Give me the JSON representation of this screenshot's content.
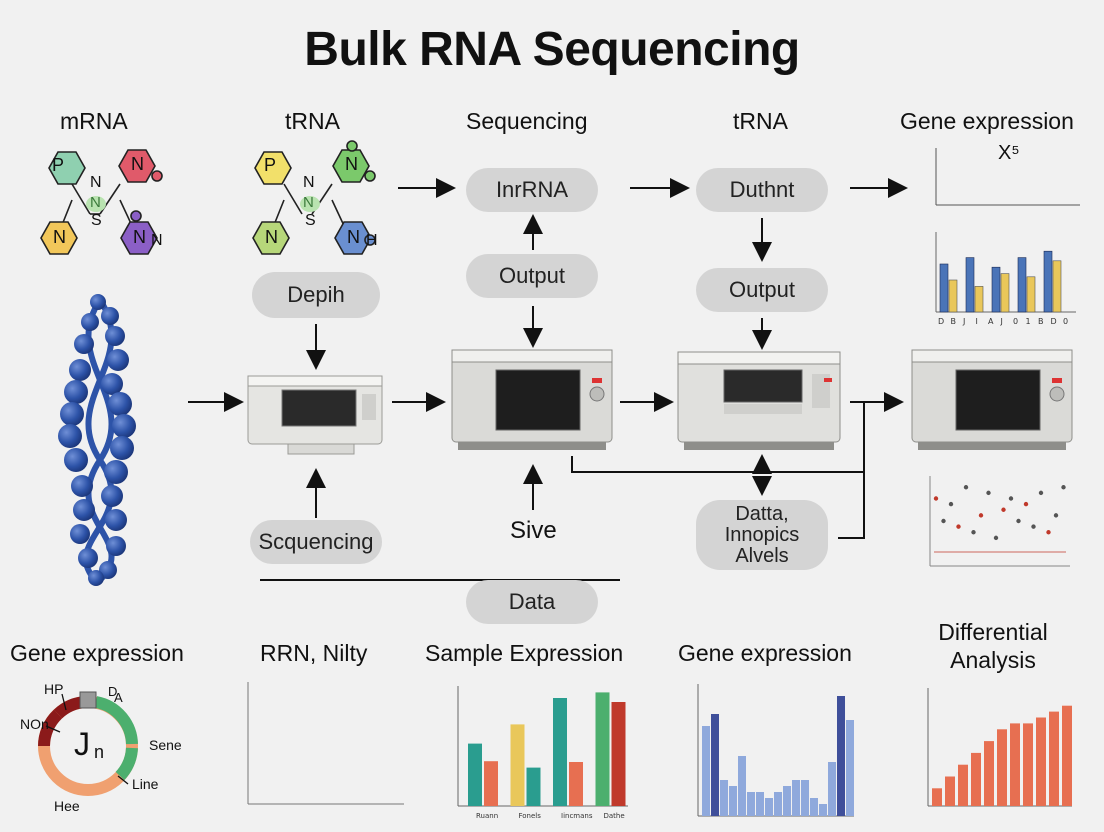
{
  "title": "Bulk RNA Sequencing",
  "top_labels": {
    "mrna": "mRNA",
    "trna_left": "tRNA",
    "sequencing": "Sequencing",
    "trna_right": "tRNA",
    "gene_expression": "Gene expression"
  },
  "molecule_left": {
    "top_left": "P",
    "top_right": "N",
    "bottom_left": "N",
    "bottom_right": "N",
    "center_top": "N",
    "center_bottom": "S",
    "center_mid": "N",
    "tail": "N"
  },
  "molecule_right": {
    "top_left": "P",
    "top_right": "N",
    "bottom_left": "N",
    "bottom_right": "N",
    "center_top": "N",
    "center_bottom": "S",
    "center_mid": "N",
    "tail": "H"
  },
  "pills": {
    "depth": "Depih",
    "inrna": "InrRNA",
    "output_mid": "Output",
    "duthnt": "Duthnt",
    "output_right": "Output",
    "scquencing": "Scquencing",
    "data": "Data",
    "data_analysis": [
      "Datta,",
      "Innopics",
      "Alvels"
    ]
  },
  "free_text": {
    "sive": "Sive",
    "chart_marker": "X⁵"
  },
  "bottom_labels": {
    "gene_expression_1": "Gene expression",
    "rrn_nilty": "RRN, Nilty",
    "sample_expression": "Sample Expression",
    "gene_expression_2": "Gene expression",
    "differential": [
      "Differential",
      "Analysis"
    ]
  },
  "donut": {
    "center": "J",
    "center_sub": "n",
    "labels": [
      "HP",
      "D",
      "A",
      "NOn",
      "Sene",
      "Line",
      "Hee"
    ]
  },
  "colors": {
    "pill": "#d4d4d4",
    "dna": "#2d53a8",
    "red": "#c0392b",
    "blue": "#4a74b8",
    "yellow": "#e9c75a",
    "teal": "#2a9d8f",
    "orange": "#e76f51",
    "green": "#4caf6e"
  },
  "chart_data": [
    {
      "type": "bar",
      "title": "Sample Expression",
      "categories": [
        "Ruann",
        "Fonels",
        "Iincmans",
        "Dathe"
      ],
      "series": [
        {
          "values": [
            7.8,
            10.2,
            13.5,
            14.2
          ]
        },
        {
          "values": [
            5.6,
            4.8,
            5.5,
            13.0
          ]
        }
      ],
      "ylim": [
        0,
        15
      ]
    },
    {
      "type": "bar",
      "title": "Gene expression",
      "values": [
        15,
        17,
        6,
        5,
        10,
        4,
        4,
        3,
        4,
        5,
        6,
        6,
        3,
        2,
        9,
        20,
        16
      ],
      "ylim": [
        0,
        22
      ]
    },
    {
      "type": "bar",
      "title": "Differential Analysis",
      "values": [
        3,
        5,
        7,
        9,
        11,
        13,
        14,
        14,
        15,
        16,
        17
      ],
      "ylim": [
        0,
        20
      ]
    },
    {
      "type": "bar",
      "categories": [
        "D",
        "B",
        "J",
        "I",
        "A",
        "J",
        "0",
        "1",
        "B",
        "D",
        "0"
      ],
      "series": [
        {
          "values": [
            150,
            170,
            140,
            170,
            190
          ]
        },
        {
          "values": [
            100,
            80,
            120,
            110,
            160
          ]
        }
      ],
      "ylim": [
        0,
        250
      ]
    },
    {
      "type": "scatter",
      "values": [
        60,
        40,
        55,
        35,
        70,
        30,
        45,
        65,
        25,
        50,
        60,
        40,
        55,
        35,
        65,
        30,
        45,
        70
      ],
      "ylim": [
        0,
        80
      ]
    }
  ]
}
